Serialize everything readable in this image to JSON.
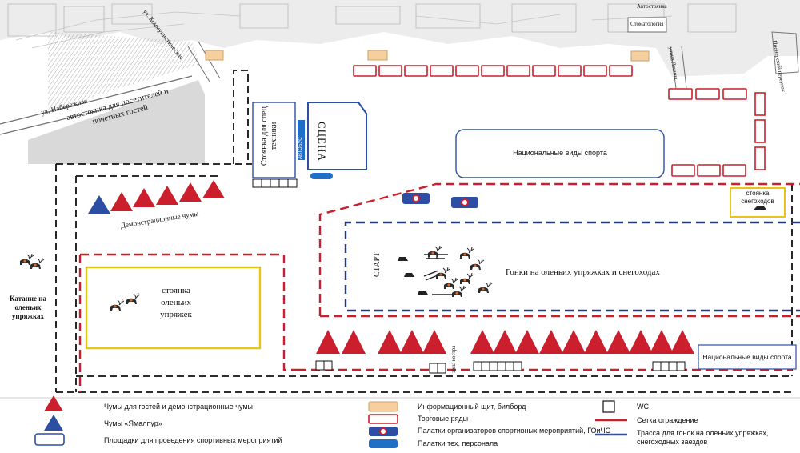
{
  "streets": {
    "naberezhnaya": "ул. Набережная",
    "kommunisticheskaya": "ул. Коммунистическая",
    "ulitsa_right": "улица Ленина",
    "pioneer_lane": "Пионерский переулок"
  },
  "buildings": {
    "avtostoyanka_top": "Автостоянка",
    "stomatologiya": "Стоматология"
  },
  "zones": {
    "guest_parking": "автостоянка для посетителей и почетных гостей",
    "tech_parking": "Стоянка для спец техники",
    "tech_bus_label": "АВТОБУС",
    "stage": "СЦЕНА",
    "national_sports_top": "Национальные виды спорта",
    "national_sports_bottom": "Национальные виды спорта",
    "snowmobile_parking": "стоянка снегоходов",
    "demo_chums": "Демонстрационные чумы",
    "reindeer_parking": "стоянка оленьих упряжек",
    "reindeer_ride": "Катание на оленьих упряжках",
    "start": "СТАРТ",
    "race": "Гонки на оленьих упряжках и снегоходах",
    "fire_zone": "зона костра"
  },
  "legend": {
    "chums_guests": "Чумы для гостей и демонстрационные чумы",
    "chums_yamalpur": "Чумы «Ямалпур»",
    "sport_areas": "Площадки для проведения спортивных мероприятий",
    "info_board": "Информационный щит, билборд",
    "trade_rows": "Торговые ряды",
    "org_tents": "Палатки организаторов спортивных мероприятий, ГОиЧС",
    "staff_tents": "Палатки тех. персонала",
    "wc": "WC",
    "fence": "Сетка ограждение",
    "track": "Трасса для гонок на оленьих упряжках, снегоходных заездов"
  },
  "colors": {
    "red": "#cc1f2d",
    "blue": "#2c4fa3",
    "navy": "#243a7a",
    "yellow": "#e8c31a",
    "orange_fill": "#f6cf9e",
    "grey_area": "#d9d9d9",
    "tech_blue": "#1f6fc9"
  },
  "icons": [
    "red-tent-icon",
    "blue-tent-icon",
    "reindeer-icon",
    "sled-icon",
    "snowmobile-icon",
    "wc-icon"
  ]
}
